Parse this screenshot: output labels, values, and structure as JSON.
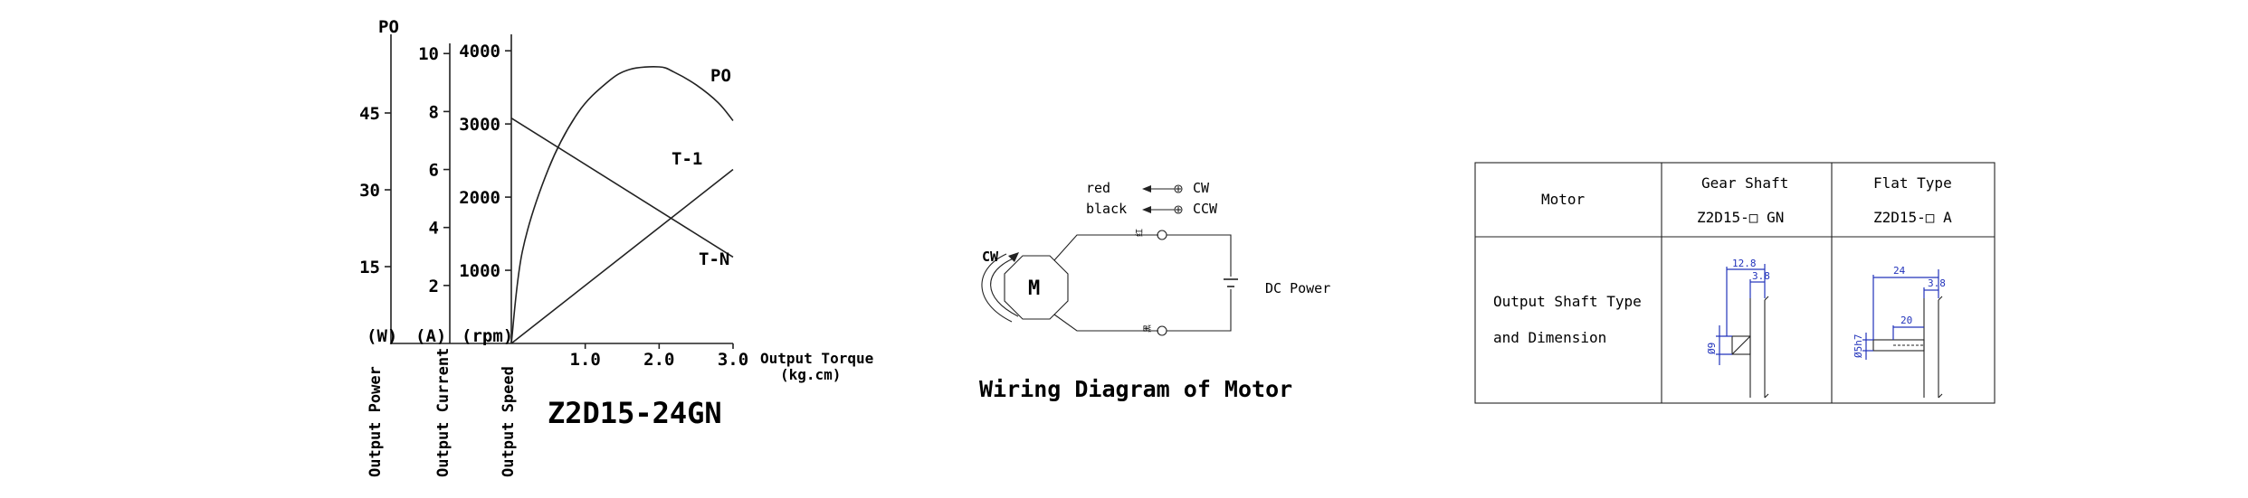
{
  "chart_data": {
    "type": "line",
    "title": "Z2D15-24GN",
    "xlabel": "Output Torque\n(kg.cm)",
    "x_ticks": [
      "1.0",
      "2.0",
      "3.0"
    ],
    "xlim": [
      0,
      3.0
    ],
    "axes": [
      {
        "name": "Output Power",
        "unit": "(W)",
        "header": "PO",
        "ticks": [
          "15",
          "30",
          "45"
        ],
        "ylim": [
          0,
          60
        ]
      },
      {
        "name": "Output Current",
        "unit": "(A)",
        "ticks": [
          "2",
          "4",
          "6",
          "8",
          "10"
        ],
        "ylim": [
          0,
          10.6
        ]
      },
      {
        "name": "Output Speed",
        "unit": "(rpm)",
        "ticks": [
          "1000",
          "2000",
          "3000",
          "4000"
        ],
        "ylim": [
          0,
          4200
        ]
      }
    ],
    "series": [
      {
        "name": "PO",
        "axis": "Output Power",
        "x": [
          0,
          0.15,
          0.5,
          0.9,
          1.3,
          1.6,
          2.0,
          2.2,
          2.5,
          2.8,
          3.0
        ],
        "y": [
          0,
          18,
          34,
          45,
          51,
          53.5,
          54,
          53,
          50.5,
          47,
          43.5
        ]
      },
      {
        "name": "T-I",
        "label": "T-1",
        "axis": "Output Current",
        "x": [
          0,
          3.0
        ],
        "y": [
          0,
          6.0
        ]
      },
      {
        "name": "T-N",
        "axis": "Output Speed",
        "x": [
          0,
          3.0
        ],
        "y": [
          3080,
          1180
        ]
      }
    ]
  },
  "wiring": {
    "title": "Wiring Diagram of Motor",
    "red": "red",
    "black": "black",
    "cw": "CW",
    "ccw": "CCW",
    "motor": "M",
    "rotation": "CW",
    "power": "DC Power",
    "term_red": "红",
    "term_black": "黑"
  },
  "table": {
    "header_motor": "Motor",
    "gear_title": "Gear Shaft",
    "gear_model": "Z2D15-□ GN",
    "flat_title": "Flat Type",
    "flat_model": "Z2D15-□ A",
    "row_label_1": "Output Shaft Type",
    "row_label_2": "and Dimension",
    "gear_dims": [
      "12.8",
      "3.8",
      "Ø9"
    ],
    "flat_dims": [
      "24",
      "3.8",
      "20",
      "Ø5h7"
    ]
  }
}
